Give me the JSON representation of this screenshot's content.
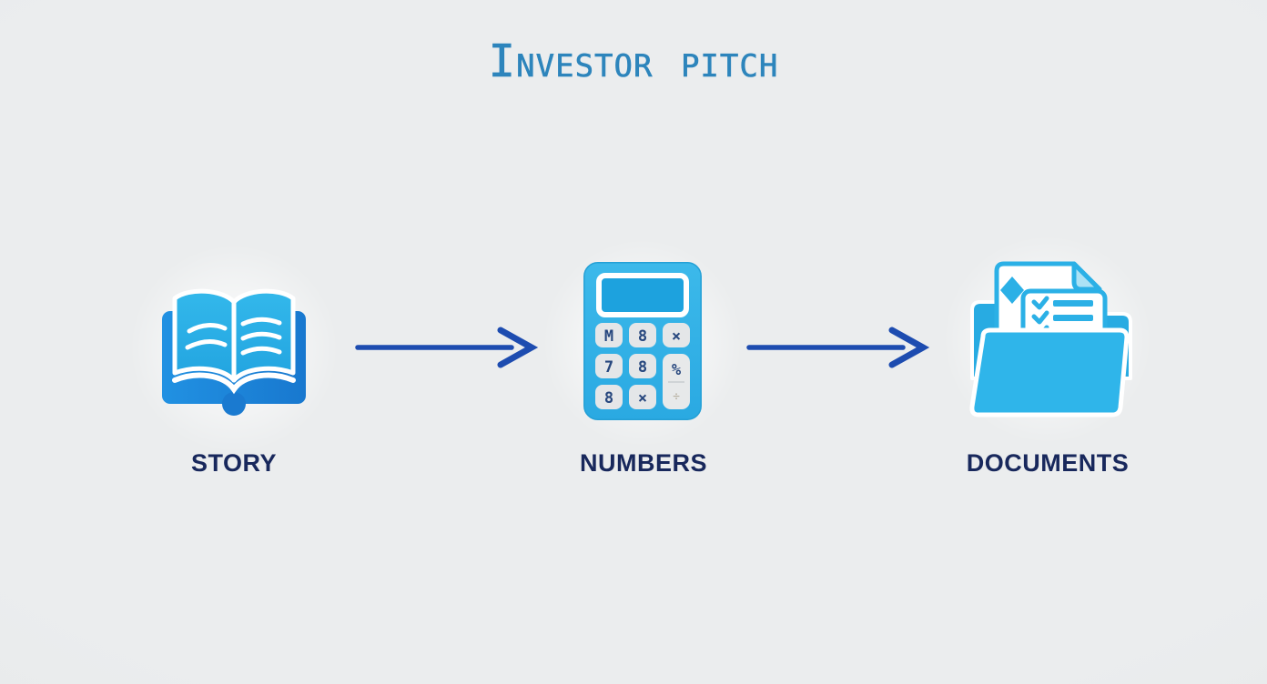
{
  "title": {
    "text": "Investor pitch"
  },
  "flow": {
    "steps": [
      {
        "label": "STORY",
        "icon": "open-book-icon"
      },
      {
        "label": "NUMBERS",
        "icon": "calculator-icon"
      },
      {
        "label": "DOCUMENTS",
        "icon": "folder-documents-icon"
      }
    ],
    "connectors": [
      {
        "from": "STORY",
        "to": "NUMBERS"
      },
      {
        "from": "NUMBERS",
        "to": "DOCUMENTS"
      }
    ]
  },
  "calculator": {
    "rows": [
      [
        "M",
        "8",
        "×"
      ],
      [
        "7",
        "8"
      ],
      [
        "8",
        "×"
      ]
    ],
    "tall_button": {
      "top": "%",
      "bottom": "÷"
    }
  },
  "colors": {
    "background": "#e7e9ea",
    "title_blue": "#2d85bc",
    "label_navy": "#18285c",
    "arrow_blue": "#1d4cb0",
    "icon_cyan": "#2fb3e8",
    "icon_dark_blue": "#1c80d6",
    "button_gray": "#e4e6e8",
    "button_glyph_navy": "#27477e"
  }
}
